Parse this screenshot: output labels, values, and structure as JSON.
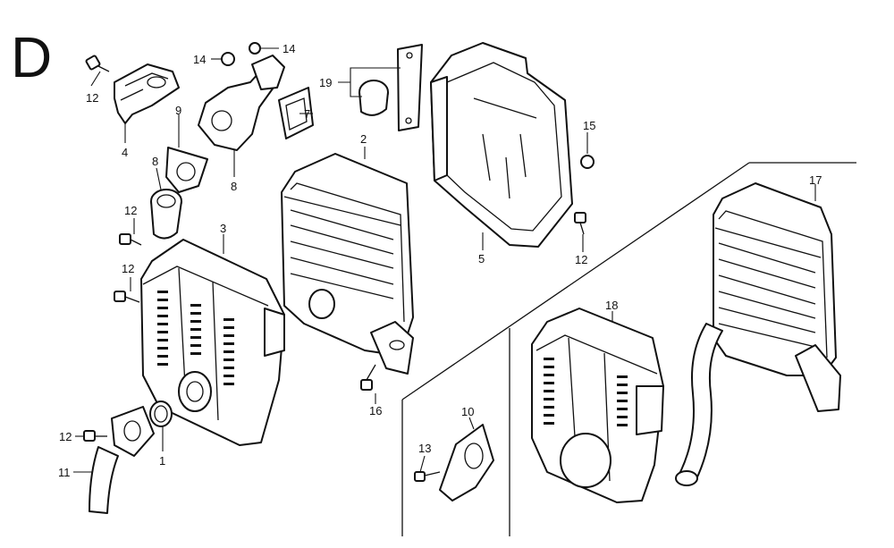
{
  "diagram": {
    "section_letter": "D",
    "callouts": [
      {
        "id": "c12a",
        "text": "12"
      },
      {
        "id": "c4",
        "text": "4"
      },
      {
        "id": "c14a",
        "text": "14"
      },
      {
        "id": "c14b",
        "text": "14"
      },
      {
        "id": "c9",
        "text": "9"
      },
      {
        "id": "c8a",
        "text": "8"
      },
      {
        "id": "c8b",
        "text": "8"
      },
      {
        "id": "c7",
        "text": "7"
      },
      {
        "id": "c19",
        "text": "19"
      },
      {
        "id": "c2",
        "text": "2"
      },
      {
        "id": "c15",
        "text": "15"
      },
      {
        "id": "c12b",
        "text": "12"
      },
      {
        "id": "c3",
        "text": "3"
      },
      {
        "id": "c12c",
        "text": "12"
      },
      {
        "id": "c5",
        "text": "5"
      },
      {
        "id": "c12d",
        "text": "12"
      },
      {
        "id": "c17",
        "text": "17"
      },
      {
        "id": "c18",
        "text": "18"
      },
      {
        "id": "c16",
        "text": "16"
      },
      {
        "id": "c12e",
        "text": "12"
      },
      {
        "id": "c1",
        "text": "1"
      },
      {
        "id": "c11",
        "text": "11"
      },
      {
        "id": "c10",
        "text": "10"
      },
      {
        "id": "c13",
        "text": "13"
      }
    ]
  }
}
